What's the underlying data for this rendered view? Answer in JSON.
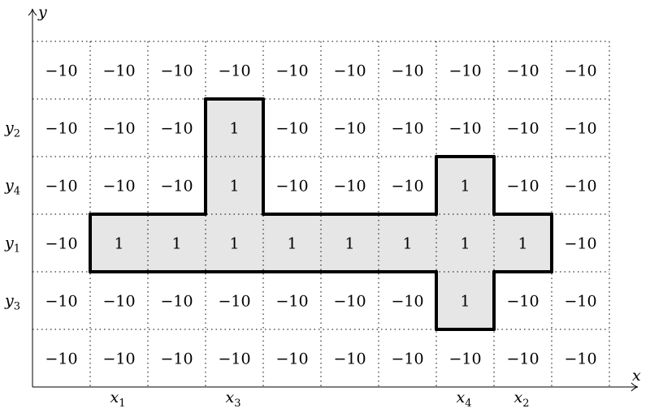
{
  "axes": {
    "x_label": "x",
    "y_label": "y"
  },
  "grid": {
    "rows": [
      [
        "−10",
        "−10",
        "−10",
        "−10",
        "−10",
        "−10",
        "−10",
        "−10",
        "−10",
        "−10"
      ],
      [
        "−10",
        "−10",
        "−10",
        "1",
        "−10",
        "−10",
        "−10",
        "−10",
        "−10",
        "−10"
      ],
      [
        "−10",
        "−10",
        "−10",
        "1",
        "−10",
        "−10",
        "−10",
        "1",
        "−10",
        "−10"
      ],
      [
        "−10",
        "1",
        "1",
        "1",
        "1",
        "1",
        "1",
        "1",
        "1",
        "−10"
      ],
      [
        "−10",
        "−10",
        "−10",
        "−10",
        "−10",
        "−10",
        "−10",
        "1",
        "−10",
        "−10"
      ],
      [
        "−10",
        "−10",
        "−10",
        "−10",
        "−10",
        "−10",
        "−10",
        "−10",
        "−10",
        "−10"
      ]
    ],
    "highlighted_value": "1",
    "highlight_fill": "#e6e6e6",
    "outline_color": "#000000"
  },
  "row_labels": [
    {
      "row": 1,
      "base": "y",
      "sub": "2"
    },
    {
      "row": 2,
      "base": "y",
      "sub": "4"
    },
    {
      "row": 3,
      "base": "y",
      "sub": "1"
    },
    {
      "row": 4,
      "base": "y",
      "sub": "3"
    }
  ],
  "col_labels": [
    {
      "col": 1,
      "base": "x",
      "sub": "1"
    },
    {
      "col": 3,
      "base": "x",
      "sub": "3"
    },
    {
      "col": 7,
      "base": "x",
      "sub": "4"
    },
    {
      "col": 8,
      "base": "x",
      "sub": "2"
    }
  ]
}
